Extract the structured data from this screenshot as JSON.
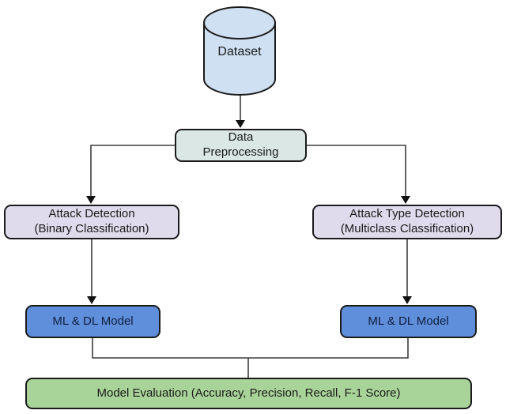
{
  "diagram": {
    "title": "ML pipeline flowchart",
    "nodes": {
      "dataset": {
        "label": "Dataset",
        "shape": "cylinder",
        "fill": "#cfe0f2"
      },
      "preprocessing": {
        "label_line1": "Data",
        "label_line2": "Preprocessing",
        "shape": "rounded-rect",
        "fill": "#dae7e5"
      },
      "attack_detection": {
        "label_line1": "Attack Detection",
        "label_line2": "(Binary Classification)",
        "shape": "rounded-rect",
        "fill": "#e0dbec"
      },
      "attack_type_detection": {
        "label_line1": "Attack Type Detection",
        "label_line2": "(Multiclass Classification)",
        "shape": "rounded-rect",
        "fill": "#e0dbec"
      },
      "ml_dl_model_left": {
        "label": "ML & DL Model",
        "shape": "rounded-rect",
        "fill": "#5f8edb"
      },
      "ml_dl_model_right": {
        "label": "ML & DL Model",
        "shape": "rounded-rect",
        "fill": "#5f8edb"
      },
      "model_evaluation": {
        "label": "Model Evaluation (Accuracy, Precision, Recall, F-1 Score)",
        "shape": "rounded-rect",
        "fill": "#a9d499"
      }
    },
    "edges": [
      {
        "from": "dataset",
        "to": "preprocessing",
        "arrow": true
      },
      {
        "from": "preprocessing",
        "to": "attack_detection",
        "arrow": true
      },
      {
        "from": "preprocessing",
        "to": "attack_type_detection",
        "arrow": true
      },
      {
        "from": "attack_detection",
        "to": "ml_dl_model_left",
        "arrow": true
      },
      {
        "from": "attack_type_detection",
        "to": "ml_dl_model_right",
        "arrow": true
      },
      {
        "from": "ml_dl_model_left",
        "to": "model_evaluation",
        "arrow": false
      },
      {
        "from": "ml_dl_model_right",
        "to": "model_evaluation",
        "arrow": false
      }
    ],
    "colors": {
      "background": "#ffffff",
      "line": "#3d3d3d",
      "border": "#1a1a1a",
      "text": "#1a1a1a"
    }
  }
}
